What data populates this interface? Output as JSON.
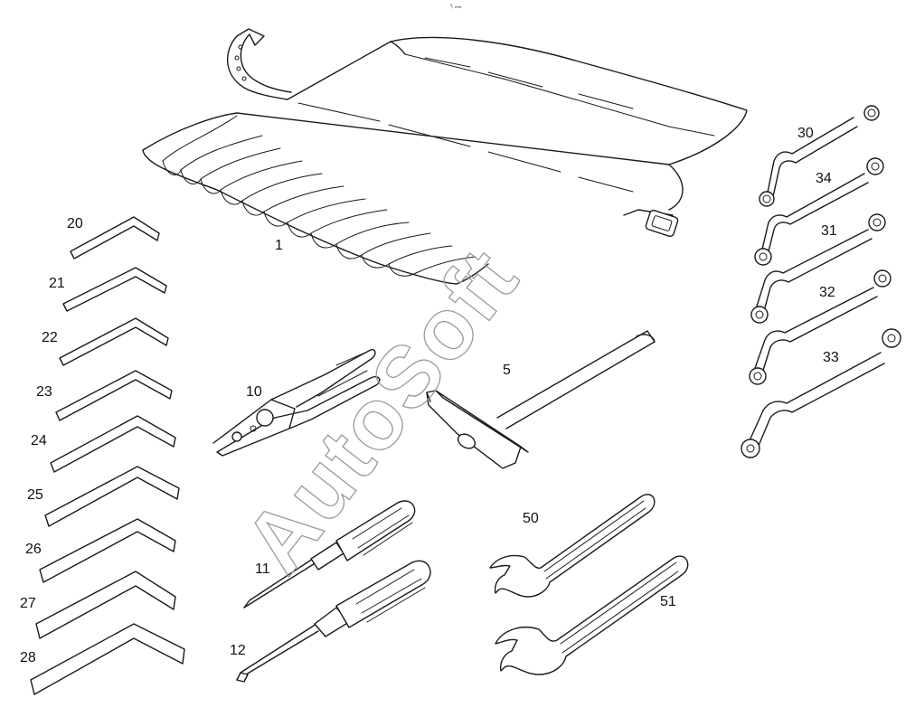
{
  "corner_mark": "⁰ᵢ ₘₘ",
  "watermark": "AutoSoft",
  "parts": {
    "tool_roll": "1",
    "hammer": "5",
    "pliers": "10",
    "screwdriver_small": "11",
    "screwdriver_large": "12",
    "hex_key_20": "20",
    "hex_key_21": "21",
    "hex_key_22": "22",
    "hex_key_23": "23",
    "hex_key_24": "24",
    "hex_key_25": "25",
    "hex_key_26": "26",
    "hex_key_27": "27",
    "hex_key_28": "28",
    "ring_spanner_30": "30",
    "ring_spanner_31": "31",
    "ring_spanner_32": "32",
    "ring_spanner_33": "33",
    "ring_spanner_34": "34",
    "open_spanner_50": "50",
    "open_spanner_51": "51"
  }
}
